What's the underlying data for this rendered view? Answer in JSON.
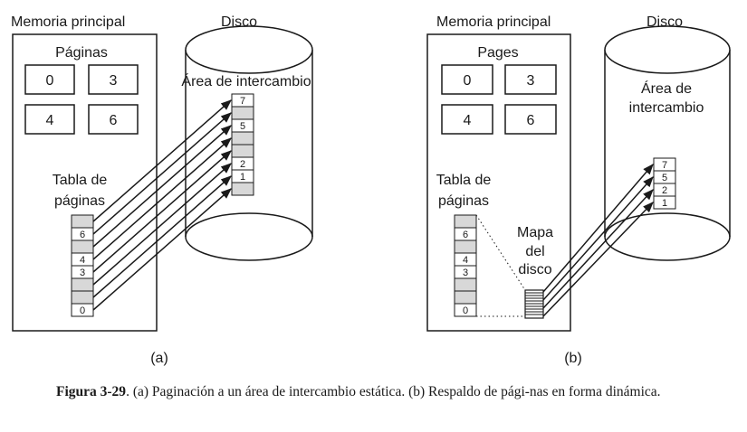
{
  "panel_a": {
    "memory_title": "Memoria principal",
    "disk_title": "Disco",
    "pages_label": "Páginas",
    "pages": [
      "0",
      "3",
      "4",
      "6"
    ],
    "swap_label": "Área de intercambio",
    "swap_slots": [
      "7",
      "",
      "5",
      "",
      "",
      "2",
      "1",
      ""
    ],
    "page_table_label_1": "Tabla de",
    "page_table_label_2": "páginas",
    "page_table_entries": [
      "",
      "6",
      "",
      "4",
      "3",
      "",
      "",
      "0"
    ],
    "sublabel": "(a)"
  },
  "panel_b": {
    "memory_title": "Memoria principal",
    "disk_title": "Disco",
    "pages_label": "Pages",
    "pages": [
      "0",
      "3",
      "4",
      "6"
    ],
    "swap_label_1": "Área de",
    "swap_label_2": "intercambio",
    "swap_slots": [
      "7",
      "5",
      "2",
      "1"
    ],
    "page_table_label_1": "Tabla de",
    "page_table_label_2": "páginas",
    "page_table_entries": [
      "",
      "6",
      "",
      "4",
      "3",
      "",
      "",
      "0"
    ],
    "disk_map_label_1": "Mapa",
    "disk_map_label_2": "del",
    "disk_map_label_3": "disco",
    "sublabel": "(b)"
  },
  "caption": {
    "figure_label": "Figura 3-29",
    "text": ".  (a) Paginación a un área de intercambio estática.  (b) Respaldo de pági-nas en forma dinámica."
  },
  "colors": {
    "shaded_cell": "#d8d8d8",
    "ink": "#1a1a1a"
  }
}
